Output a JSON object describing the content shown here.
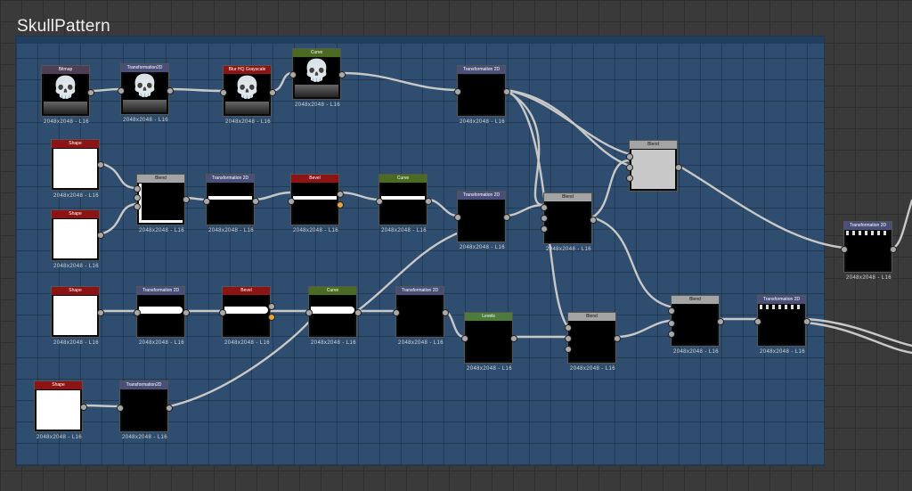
{
  "graph": {
    "title": "SkullPattern"
  },
  "nodes": {
    "bitmap": {
      "label": "Bitmap",
      "res": "2048x2048 - L16"
    },
    "t2d_1": {
      "label": "Transformation2D",
      "res": "2048x2048 - L16"
    },
    "blurhq": {
      "label": "Blur HQ Grayscale",
      "res": "2048x2048 - L16"
    },
    "curve_1": {
      "label": "Curve",
      "res": "2048x2048 - L16"
    },
    "t2d_2": {
      "label": "Transformation 2D",
      "res": "2048x2048 - L16"
    },
    "shape_1": {
      "label": "Shape",
      "res": "2048x2048 - L16"
    },
    "shape_2": {
      "label": "Shape",
      "res": "2048x2048 - L16"
    },
    "blend_1": {
      "label": "Blend",
      "res": "2048x2048 - L16"
    },
    "t2d_3": {
      "label": "Transformation 2D",
      "res": "2048x2048 - L16"
    },
    "bevel_1": {
      "label": "Bevel",
      "res": "2048x2048 - L16"
    },
    "curve_2": {
      "label": "Curve",
      "res": "2048x2048 - L16"
    },
    "t2d_4": {
      "label": "Transformation 2D",
      "res": "2048x2048 - L16"
    },
    "blend_2": {
      "label": "Blend",
      "res": "2048x2048 - L16"
    },
    "blend_big": {
      "label": "Blend"
    },
    "shape_3": {
      "label": "Shape",
      "res": "2048x2048 - L16"
    },
    "t2d_5": {
      "label": "Transformation 2D",
      "res": "2048x2048 - L16"
    },
    "bevel_2": {
      "label": "Bevel",
      "res": "2048x2048 - L16"
    },
    "curve_3": {
      "label": "Curve",
      "res": "2048x2048 - L16"
    },
    "t2d_6": {
      "label": "Transformation 2D",
      "res": "2048x2048 - L16"
    },
    "levels": {
      "label": "Levels",
      "res": "2048x2048 - L16"
    },
    "blend_3": {
      "label": "Blend",
      "res": "2048x2048 - L16"
    },
    "blend_4": {
      "label": "Blend",
      "res": "2048x2048 - L16"
    },
    "t2d_7": {
      "label": "Transformation 2D",
      "res": "2048x2048 - L16"
    },
    "t2d_8": {
      "label": "Transformation 2D",
      "res": "2048x2048 - L16"
    },
    "shape_4": {
      "label": "Shape",
      "res": "2048x2048 - L16"
    },
    "t2d_9": {
      "label": "Transformation2D",
      "res": "2048x2048 - L16"
    }
  },
  "colors": {
    "frame": "#2f4d6e",
    "canvas": "#3a3a3a",
    "wire": "#c8c8c8",
    "header_red": "#8c1414",
    "header_indigo": "#4a4f7a",
    "header_green": "#4c6b22"
  }
}
